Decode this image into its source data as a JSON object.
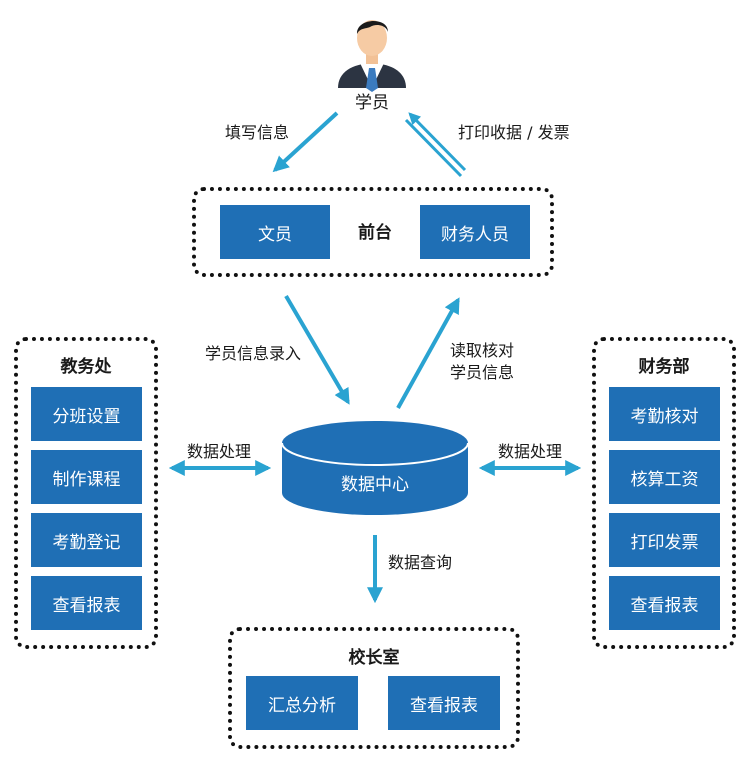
{
  "student": {
    "label": "学员"
  },
  "edges": {
    "fill_info": "填写信息",
    "print_receipt": "打印收据 / 发票",
    "student_entry": "学员信息录入",
    "read_verify_1": "读取核对",
    "read_verify_2": "学员信息",
    "data_processing_left": "数据处理",
    "data_processing_right": "数据处理",
    "data_query": "数据查询"
  },
  "front_desk": {
    "title": "前台",
    "clerk": "文员",
    "finance_staff": "财务人员"
  },
  "academic_office": {
    "title": "教务处",
    "items": [
      "分班设置",
      "制作课程",
      "考勤登记",
      "查看报表"
    ]
  },
  "finance_dept": {
    "title": "财务部",
    "items": [
      "考勤核对",
      "核算工资",
      "打印发票",
      "查看报表"
    ]
  },
  "data_center": {
    "label": "数据中心"
  },
  "principal_office": {
    "title": "校长室",
    "items": [
      "汇总分析",
      "查看报表"
    ]
  },
  "colors": {
    "box": "#1f6fb5",
    "arrow": "#2aa3d1",
    "border": "#111111"
  }
}
